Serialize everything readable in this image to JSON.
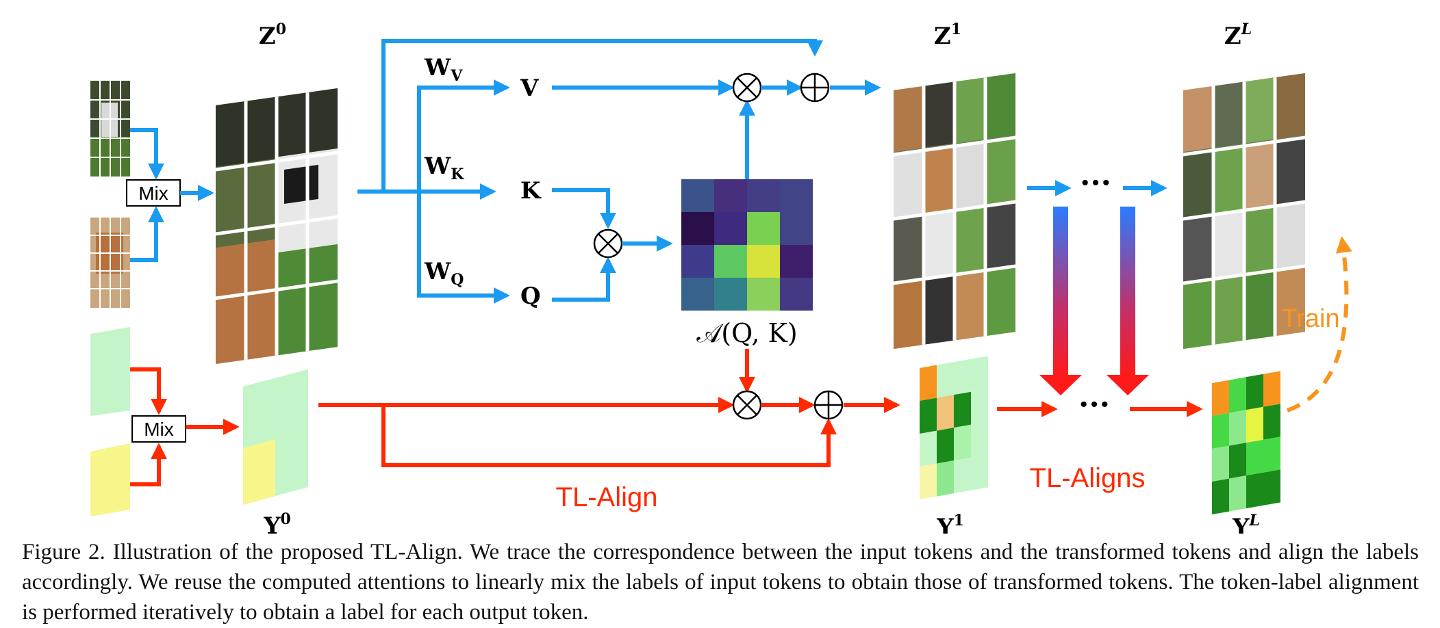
{
  "figure": {
    "labels": {
      "z0": "Z",
      "z0_sup": "0",
      "z1": "Z",
      "z1_sup": "1",
      "zL": "Z",
      "zL_sup": "L",
      "y0": "Y",
      "y0_sup": "0",
      "y1": "Y",
      "y1_sup": "1",
      "yL": "Y",
      "yL_sup": "L",
      "wv": "W",
      "wv_sub": "V",
      "wk": "W",
      "wk_sub": "K",
      "wq": "W",
      "wq_sub": "Q",
      "v": "V",
      "k": "K",
      "q": "Q",
      "attn": "𝒜(Q, K)",
      "mix_top": "Mix",
      "mix_bottom": "Mix",
      "dots_top": "···",
      "dots_bottom": "···",
      "tl_align": "TL-Align",
      "tl_aligns": "TL-Aligns",
      "train": "Train"
    },
    "colors": {
      "blue": "#1a9bf0",
      "red": "#ff2a00",
      "orange": "#f7941d",
      "label_green": "#c4f5c8",
      "label_yellow": "#f8f58a"
    }
  },
  "caption": {
    "label": "Figure 2.",
    "text": "Illustration of the proposed TL-Align. We trace the correspondence between the input tokens and the transformed tokens and align the labels accordingly. We reuse the computed attentions to linearly mix the labels of input tokens to obtain those of transformed tokens. The token-label alignment is performed iteratively to obtain a label for each output token."
  }
}
